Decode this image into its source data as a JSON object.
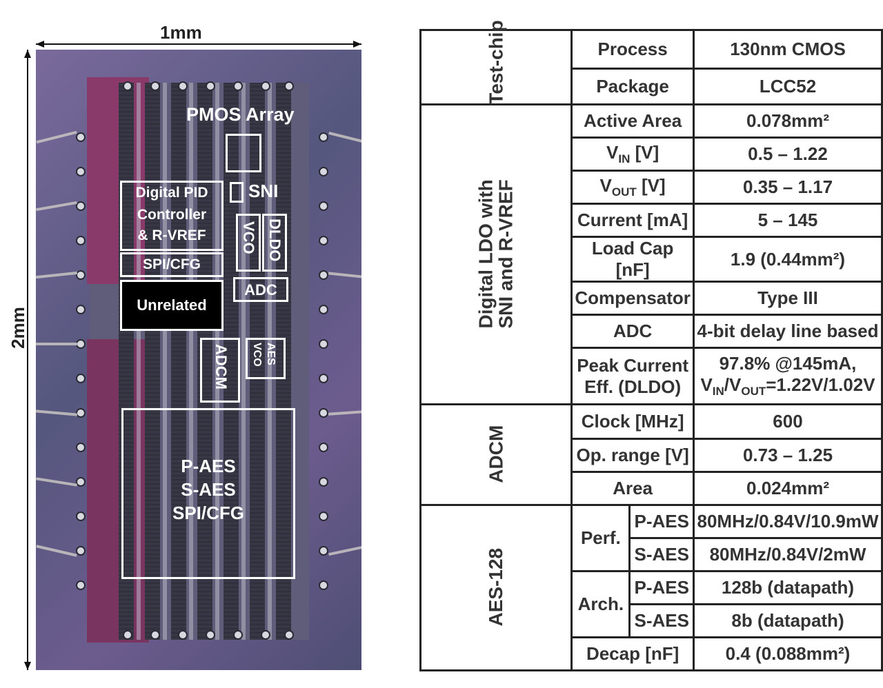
{
  "die": {
    "width_label": "1mm",
    "height_label": "2mm",
    "blocks": {
      "pmos": "PMOS Array",
      "sni": "SNI",
      "pid": [
        "Digital PID",
        "Controller",
        "& R-VREF"
      ],
      "spi_cfg": "SPI/CFG",
      "unrelated": "Unrelated",
      "vco": "VCO",
      "dldo": "DLDO",
      "adc": "ADC",
      "adcm": "ADCM",
      "aes_vco": [
        "AES",
        "VCO"
      ],
      "aes_group": [
        "P-AES",
        "S-AES",
        "SPI/CFG"
      ]
    },
    "colors": {
      "block_outline": "#ffffff",
      "unrelated_fill": "#000000",
      "magenta": "#8a3a6a"
    }
  },
  "table": {
    "groups": {
      "testchip": "Test-chip",
      "ldo": [
        "Digital LDO with",
        "SNI and R-VREF"
      ],
      "adcm": "ADCM",
      "aes": "AES-128"
    },
    "rows": {
      "process": {
        "param": "Process",
        "value": "130nm CMOS"
      },
      "package": {
        "param": "Package",
        "value": "LCC52"
      },
      "active_area": {
        "param": "Active Area",
        "value": "0.078mm²"
      },
      "vin": {
        "param_main": "V",
        "param_sub": "IN",
        "param_tail": " [V]",
        "value": "0.5 – 1.22"
      },
      "vout": {
        "param_main": "V",
        "param_sub": "OUT",
        "param_tail": " [V]",
        "value": "0.35 – 1.17"
      },
      "current": {
        "param": "Current [mA]",
        "value": "5 – 145"
      },
      "load_cap": {
        "param": "Load Cap [nF]",
        "value": "1.9 (0.44mm²)"
      },
      "compensator": {
        "param": "Compensator",
        "value": "Type III"
      },
      "adc": {
        "param": "ADC",
        "value": "4-bit delay line based"
      },
      "peak_eff": {
        "param": [
          "Peak Current",
          "Eff. (DLDO)"
        ],
        "value_line1": "97.8% @145mA,",
        "v1": "V",
        "s1": "IN",
        "slash": "/V",
        "s2": "OUT",
        "tail": "=1.22V/1.02V"
      },
      "clock": {
        "param": "Clock [MHz]",
        "value": "600"
      },
      "op_range": {
        "param": "Op. range [V]",
        "value": "0.73 – 1.25"
      },
      "area": {
        "param": "Area",
        "value": "0.024mm²"
      },
      "perf": {
        "param": "Perf.",
        "p_aes": "P-AES",
        "p_aes_value": "80MHz/0.84V/10.9mW",
        "s_aes": "S-AES",
        "s_aes_value": "80MHz/0.84V/2mW"
      },
      "arch": {
        "param": "Arch.",
        "p_aes": "P-AES",
        "p_aes_value": "128b (datapath)",
        "s_aes": "S-AES",
        "s_aes_value": "8b (datapath)"
      },
      "decap": {
        "param": "Decap [nF]",
        "value": "0.4 (0.088mm²)"
      }
    }
  }
}
